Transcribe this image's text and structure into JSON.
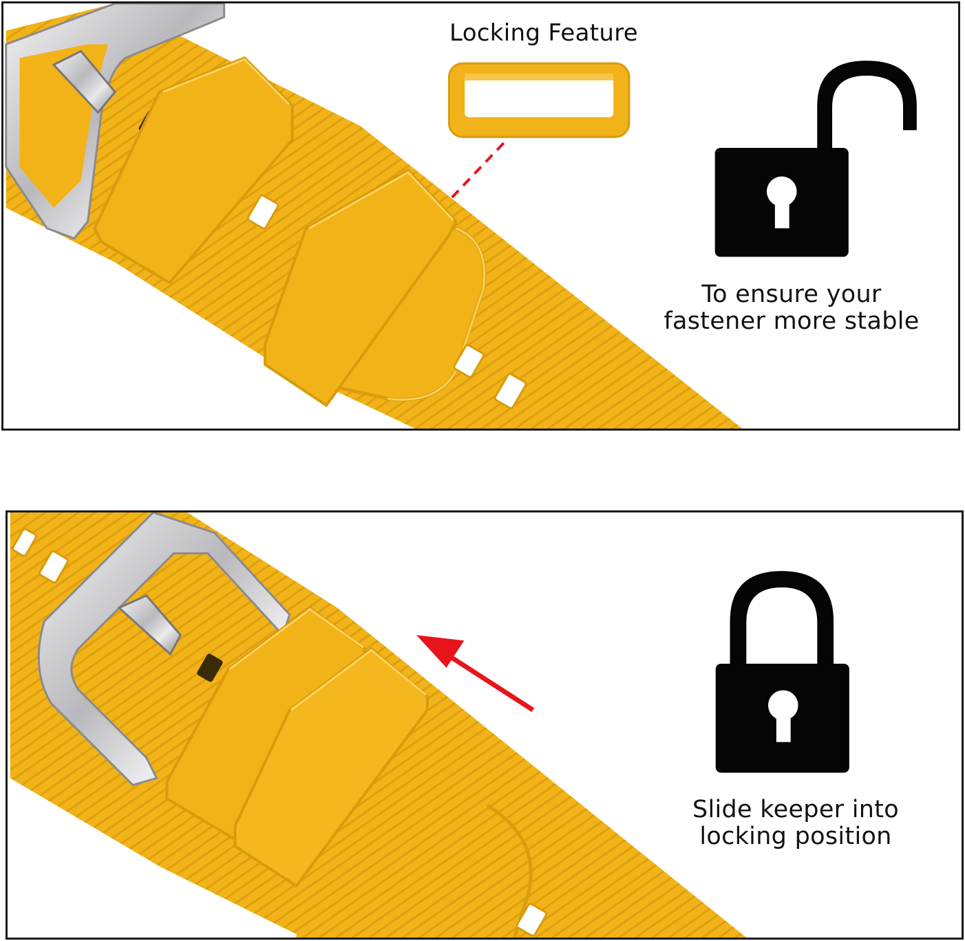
{
  "colors": {
    "strap": "#f2b318",
    "strap_shadow": "#d89b0c",
    "strap_highlight": "#fac63a",
    "metal": "#c9c9cc",
    "lock": "#050505",
    "arrow": "#e8141b",
    "border": "#1a1a1a"
  },
  "top_panel": {
    "title": "Locking Feature",
    "caption_lines": [
      "To ensure your",
      "fastener more stable"
    ],
    "lock_icon": "padlock-open-icon",
    "keeper_icon": "strap-keeper-loop-icon"
  },
  "bottom_panel": {
    "caption_lines": [
      "Slide keeper into",
      "locking position"
    ],
    "lock_icon": "padlock-closed-icon",
    "arrow_icon": "arrow-up-left-icon"
  }
}
